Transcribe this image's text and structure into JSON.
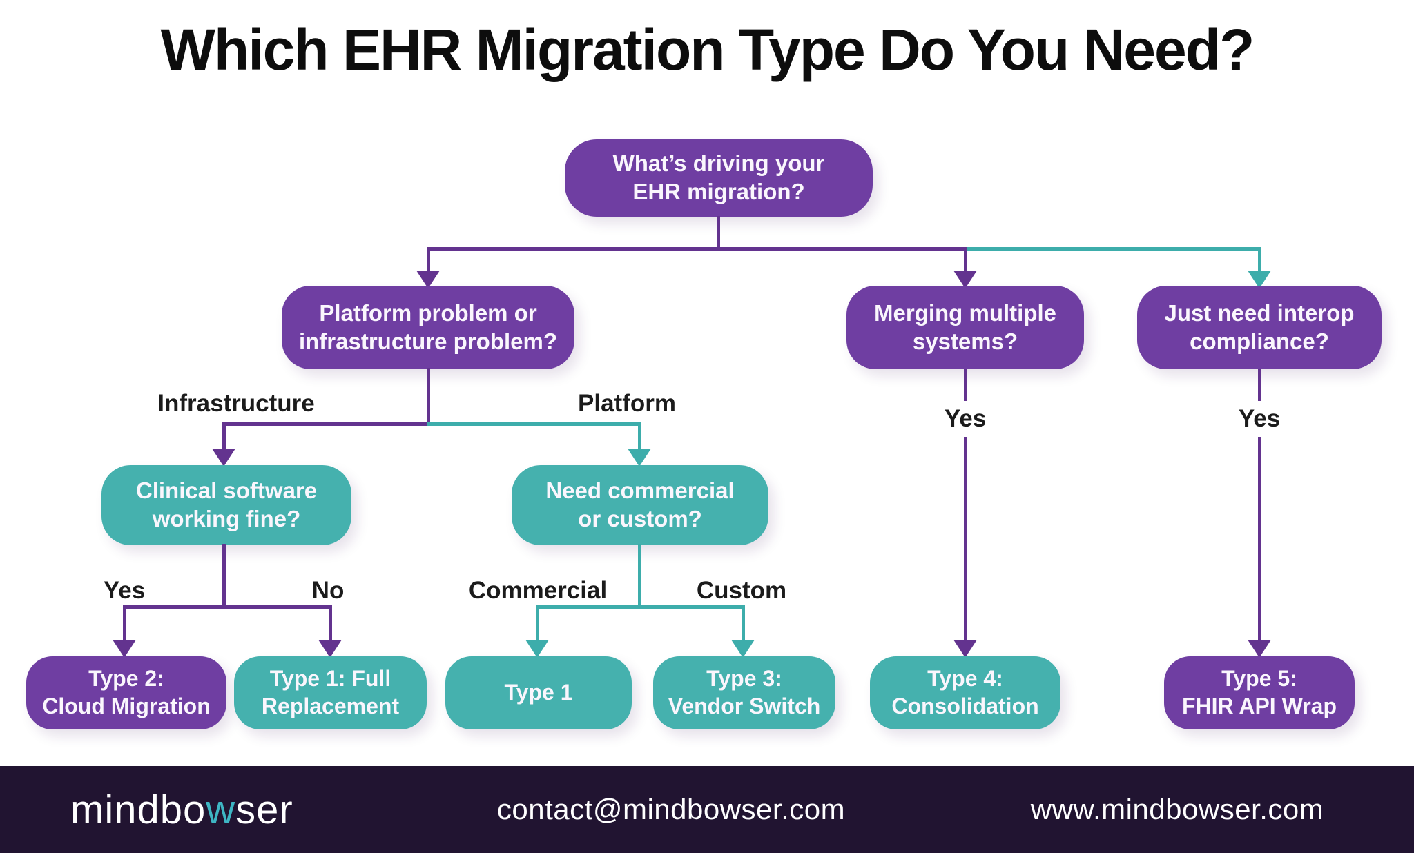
{
  "title": "Which EHR Migration Type Do You Need?",
  "diagram": {
    "root_question": {
      "line1": "What’s driving your",
      "line2": "EHR migration?"
    },
    "platform_question": {
      "line1": "Platform problem or",
      "line2": "infrastructure problem?"
    },
    "merging_question": {
      "line1": "Merging multiple",
      "line2": "systems?"
    },
    "interop_question": {
      "line1": "Just need interop",
      "line2": "compliance?"
    },
    "clinical_question": {
      "line1": "Clinical software",
      "line2": "working fine?"
    },
    "commercial_question": {
      "line1": "Need commercial",
      "line2": "or custom?"
    },
    "type2_cloud_migration": {
      "line1": "Type 2:",
      "line2": "Cloud Migration"
    },
    "type1_full_replacement": {
      "line1": "Type 1: Full",
      "line2": "Replacement"
    },
    "type1": {
      "line1": "Type 1"
    },
    "type3_vendor_switch": {
      "line1": "Type 3:",
      "line2": "Vendor Switch"
    },
    "type4_consolidation": {
      "line1": "Type 4:",
      "line2": "Consolidation"
    },
    "type5_fhir_api_wrap": {
      "line1": "Type 5:",
      "line2": "FHIR API Wrap"
    },
    "edge_labels": {
      "infrastructure": "Infrastructure",
      "platform": "Platform",
      "yes_merging": "Yes",
      "yes_interop": "Yes",
      "yes_clinical": "Yes",
      "no_clinical": "No",
      "commercial": "Commercial",
      "custom": "Custom"
    }
  },
  "colors": {
    "purple_node": "#6f3ea2",
    "teal_node": "#45b1ae",
    "purple_line": "#63338f",
    "teal_line": "#3dadab",
    "title_text": "#0d0d0d",
    "edge_label_text": "#1b1b1b",
    "node_text": "#faf6fd",
    "background": "#ffffff",
    "footer_background": "#211431",
    "logo_accent": "#3eb6c4"
  },
  "footer": {
    "logo_part1": "mindbo",
    "logo_accent": "w",
    "logo_part2": "ser",
    "email": "contact@mindbowser.com",
    "website": "www.mindbowser.com"
  }
}
